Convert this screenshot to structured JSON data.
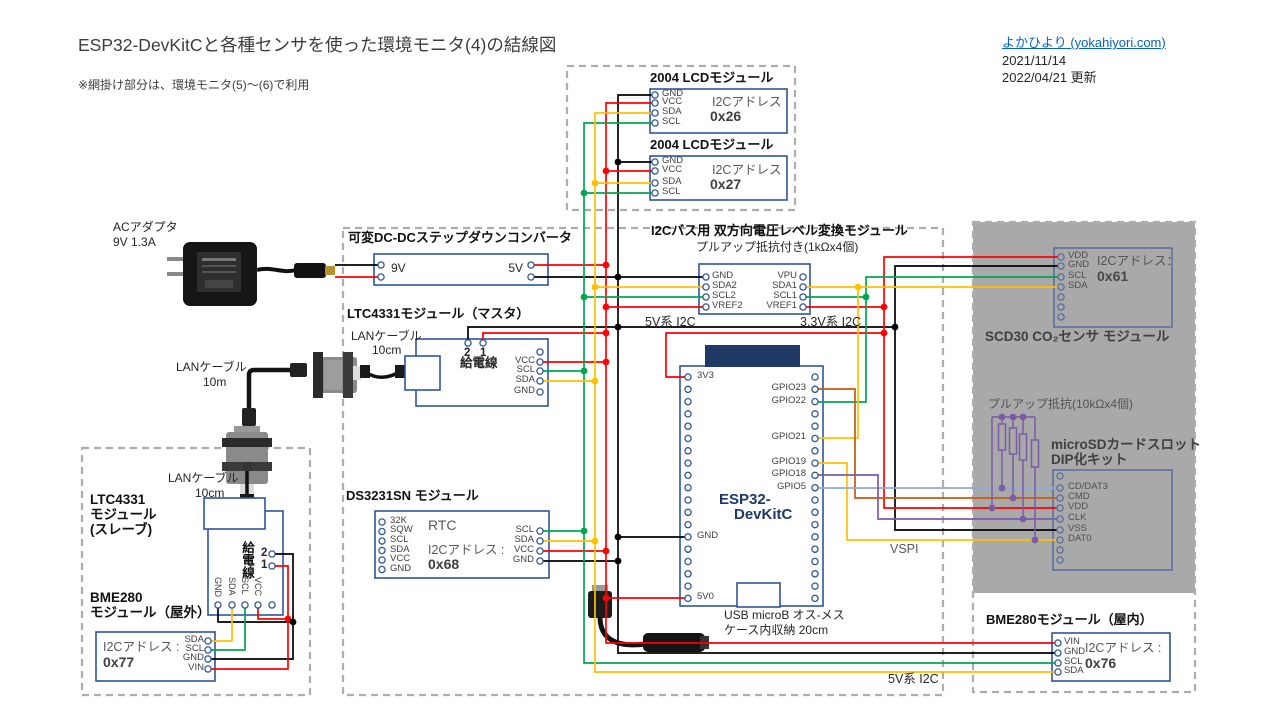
{
  "header": {
    "title": "ESP32-DevKitCと各種センサを使った環境モニタ(4)の結線図",
    "note": "※網掛け部分は、環境モニタ(5)〜(6)で利用",
    "credit": "よかひより (yokahiyori.com)",
    "date": "2021/11/14",
    "updated": "2022/04/21 更新"
  },
  "lcd": {
    "modules": [
      {
        "title": "2004 LCDモジュール",
        "i2c_label": "I2Cアドレス",
        "address": "0x26",
        "pins": [
          "GND",
          "VCC",
          "SDA",
          "SCL"
        ]
      },
      {
        "title": "2004 LCDモジュール",
        "i2c_label": "I2Cアドレス",
        "address": "0x27",
        "pins": [
          "GND",
          "VCC",
          "SDA",
          "SCL"
        ]
      }
    ]
  },
  "power": {
    "ac_label1": "ACアダプタ",
    "ac_label2": "9V 1.3A",
    "dcdc_title": "可変DC-DCステップダウンコンバータ",
    "in_label": "9V",
    "out_label": "5V"
  },
  "ltc_master": {
    "title": "LTC4331モジュール（マスタ）",
    "lan_label": "LANケーブル",
    "lan_length": "10cm",
    "pin2": "2",
    "pin1": "1",
    "feed_label": "給電線",
    "pins": [
      "VCC",
      "SCL",
      "SDA",
      "GND"
    ]
  },
  "level_conv": {
    "title": "I2Cバス用 双方向電圧レベル変換モジュール",
    "subtitle": "プルアップ抵抗付き(1kΩx4個)",
    "left_pins": [
      "GND",
      "SDA2",
      "SCL2",
      "VREF2"
    ],
    "right_pins": [
      "VPU",
      "SDA1",
      "SCL1",
      "VREF1"
    ],
    "bus5v": "5V系 I2C",
    "bus33v": "3.3V系 I2C"
  },
  "esp32": {
    "line1": "ESP32-",
    "line2": "DevKitC",
    "pin_3v3": "3V3",
    "pin_gnd": "GND",
    "pin_5v0": "5V0",
    "gpio": [
      "GPIO23",
      "GPIO22",
      "GPIO21",
      "GPIO19",
      "GPIO18",
      "GPIO5"
    ],
    "vspi": "VSPI"
  },
  "usb": {
    "line1": "USB microB オス-メス",
    "line2": "ケース内収納 20cm"
  },
  "ds3231": {
    "title": "DS3231SN モジュール",
    "left_pins": [
      "32K",
      "SQW",
      "SCL",
      "SDA",
      "VCC",
      "GND"
    ],
    "right_pins": [
      "SCL",
      "SDA",
      "VCC",
      "GND"
    ],
    "rtc": "RTC",
    "i2c_label": "I2Cアドレス :",
    "address": "0x68"
  },
  "scd30": {
    "title": "SCD30 CO₂センサ モジュール",
    "i2c_label": "I2Cアドレス：",
    "address": "0x61",
    "pins": [
      "VDD",
      "GND",
      "SCL",
      "SDA"
    ]
  },
  "microsd": {
    "pullup": "プルアップ抵抗(10kΩx4個)",
    "title1": "microSDカードスロット",
    "title2": "DIP化キット",
    "pins": [
      "CD/DAT3",
      "CMD",
      "VDD",
      "CLK",
      "VSS",
      "DAT0"
    ]
  },
  "bme_indoor": {
    "title": "BME280モジュール（屋内）",
    "pins": [
      "VIN",
      "GND",
      "SCL",
      "SDA"
    ],
    "i2c_label": "I2Cアドレス :",
    "address": "0x76",
    "bus_label": "5V系 I2C"
  },
  "lan10m": {
    "label": "LANケーブル",
    "length": "10m"
  },
  "ltc_slave": {
    "line1": "LTC4331",
    "line2": "モジュール",
    "line3": "(スレーブ)",
    "lan_label": "LANケーブル",
    "lan_length": "10cm",
    "feed_label": "給電線",
    "pin2": "2",
    "pin1": "1",
    "bottom_pins": [
      "GND",
      "SDA",
      "SCL",
      "VCC"
    ]
  },
  "bme_outdoor": {
    "line1": "BME280",
    "line2": "モジュール（屋外）",
    "i2c_label": "I2Cアドレス :",
    "address": "0x77",
    "pins": [
      "SDA",
      "SCL",
      "GND",
      "VIN"
    ]
  },
  "colors": {
    "wire_vcc": "#FF0000",
    "wire_gnd": "#000000",
    "wire_scl": "#00A550",
    "wire_sda": "#FFC000",
    "wire_cmd": "#C55A11",
    "wire_cs": "#8EAADB",
    "wire_clk": "#7B5BA6",
    "box_border": "#2F5597",
    "shaded_area": "#A9A9A9",
    "link": "#0563C1"
  }
}
